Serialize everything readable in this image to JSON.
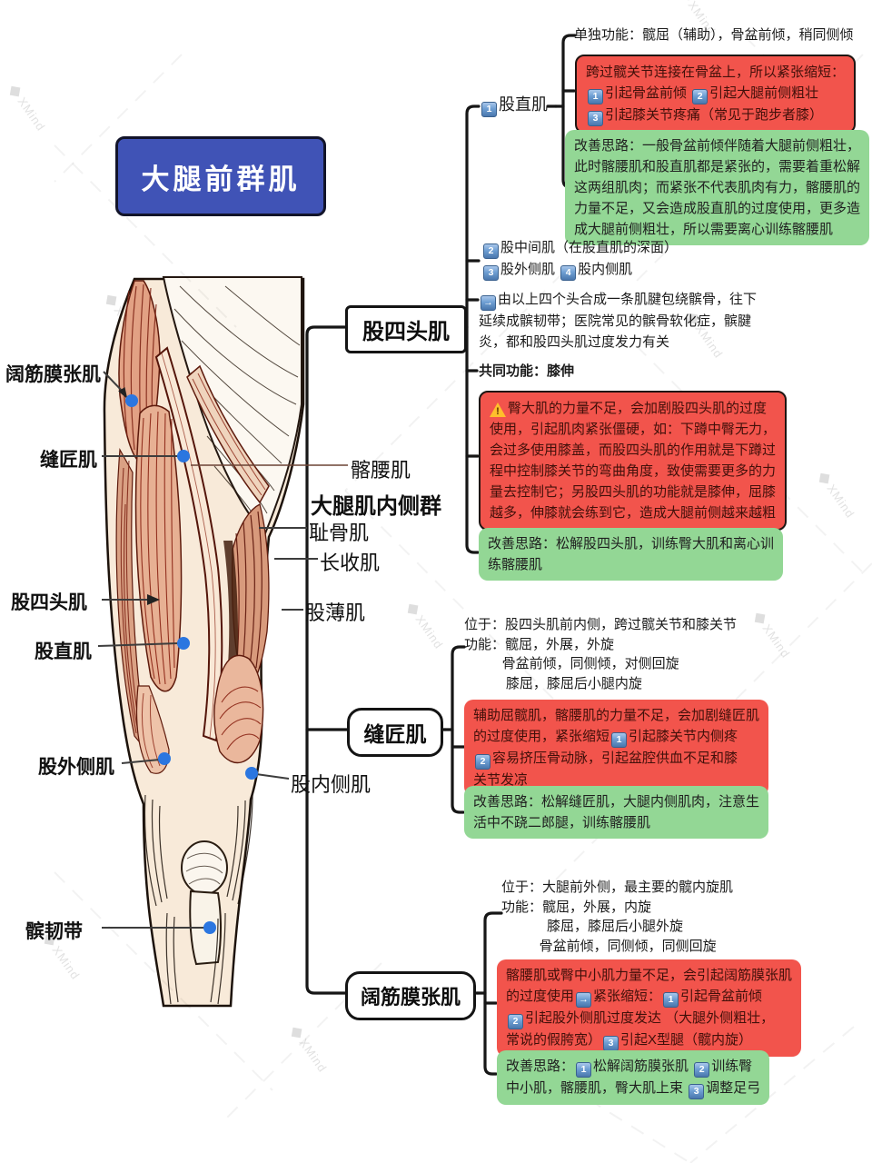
{
  "watermark": {
    "brand": "XMind"
  },
  "title": {
    "text": "大腿前群肌"
  },
  "colors": {
    "accent_blue": "#4053b6",
    "box_red": "#f2544c",
    "box_green": "#93d795",
    "dot_blue": "#2b76e0",
    "keycap_blue": "#6e9fd3"
  },
  "anatomy_labels": {
    "tfl": "阔筋膜张肌",
    "sartorius": "缝匠肌",
    "iliopsoas": "髂腰肌",
    "medial_group": "大腿肌内侧群",
    "pectineus": "耻骨肌",
    "adductor_longus": "长收肌",
    "gracilis": "股薄肌",
    "quadriceps": "股四头肌",
    "rectus_femoris": "股直肌",
    "vastus_lateralis": "股外侧肌",
    "vastus_medialis": "股内侧肌",
    "patellar_ligament": "髌韧带"
  },
  "nodes": {
    "quadriceps": "股四头肌",
    "sartorius": "缝匠肌",
    "tfl": "阔筋膜张肌"
  },
  "quad": {
    "rectus_label": [
      [
        {
          "k": "1"
        },
        {
          "t": "股直肌"
        }
      ]
    ],
    "rectus_function": "单独功能：髋屈（辅助），骨盆前倾，稍同侧倾",
    "rectus_risk": [
      [
        {
          "t": "跨过髋关节连接在骨盆上，所以紧张缩短："
        }
      ],
      [
        {
          "k": "1"
        },
        {
          "t": "引起骨盆前倾 "
        },
        {
          "k": "2"
        },
        {
          "t": "引起大腿前侧粗壮"
        }
      ],
      [
        {
          "k": "3"
        },
        {
          "t": "引起膝关节疼痛（常见于跑步者膝）"
        }
      ]
    ],
    "rectus_advice": [
      [
        {
          "t": "改善思路：一般骨盆前倾伴随着大腿前侧粗壮，"
        }
      ],
      [
        {
          "t": "此时髂腰肌和股直肌都是紧张的，需要着重松解"
        }
      ],
      [
        {
          "t": "这两组肌肉；而紧张不代表肌肉有力，髂腰肌的"
        }
      ],
      [
        {
          "t": "力量不足，又会造成股直肌的过度使用，更多造"
        }
      ],
      [
        {
          "t": "成大腿前侧粗壮，所以需要离心训练髂腰肌"
        }
      ]
    ],
    "heads": [
      [
        {
          "k": "2"
        },
        {
          "t": "股中间肌（在股直肌的深面）"
        }
      ],
      [
        {
          "k": "3"
        },
        {
          "t": "股外侧肌 "
        },
        {
          "k": "4"
        },
        {
          "t": "股内侧肌"
        }
      ]
    ],
    "tendon": [
      [
        {
          "a": true
        },
        {
          "t": "由以上四个头合成一条肌腱包绕髌骨，往下"
        }
      ],
      [
        {
          "t": "延续成髌韧带；医院常见的髌骨软化症，髌腱"
        }
      ],
      [
        {
          "t": "炎，都和股四头肌过度发力有关"
        }
      ]
    ],
    "common_function": "共同功能：膝伸",
    "risk": [
      [
        {
          "w": true
        },
        {
          "t": "臀大肌的力量不足，会加剧股四头肌的过度"
        }
      ],
      [
        {
          "t": "使用，引起肌肉紧张僵硬，如：下蹲中臀无力，"
        }
      ],
      [
        {
          "t": "会过多使用膝盖，而股四头肌的作用就是下蹲过"
        }
      ],
      [
        {
          "t": "程中控制膝关节的弯曲角度，致使需要更多的力"
        }
      ],
      [
        {
          "t": "量去控制它；另股四头肌的功能就是膝伸，屈膝"
        }
      ],
      [
        {
          "t": "越多，伸膝就会练到它，造成大腿前侧越来越粗"
        }
      ]
    ],
    "advice": [
      [
        {
          "t": "改善思路：松解股四头肌，训练臀大肌和离心训"
        }
      ],
      [
        {
          "t": "练髂腰肌"
        }
      ]
    ]
  },
  "sart": {
    "position": [
      [
        {
          "t": "位于：股四头肌前内侧，跨过髋关节和膝关节"
        }
      ],
      [
        {
          "t": "功能：髋屈，外展，外旋"
        }
      ],
      [
        {
          "t": "          骨盆前倾，同侧倾，对侧回旋"
        }
      ],
      [
        {
          "t": "           膝屈，膝屈后小腿内旋"
        }
      ]
    ],
    "risk": [
      [
        {
          "t": "辅助屈髋肌，髂腰肌的力量不足，会加剧缝匠肌"
        }
      ],
      [
        {
          "t": "的过度使用，紧张缩短"
        },
        {
          "k": "1"
        },
        {
          "t": "引起膝关节内侧疼"
        }
      ],
      [
        {
          "k": "2"
        },
        {
          "t": "容易挤压骨动脉，引起盆腔供血不足和膝"
        }
      ],
      [
        {
          "t": "关节发凉"
        }
      ]
    ],
    "advice": [
      [
        {
          "t": "改善思路：松解缝匠肌，大腿内侧肌肉，注意生"
        }
      ],
      [
        {
          "t": "活中不跷二郎腿，训练髂腰肌"
        }
      ]
    ]
  },
  "tfl": {
    "position": [
      [
        {
          "t": "位于：大腿前外侧，最主要的髋内旋肌"
        }
      ],
      [
        {
          "t": "功能：髋屈，外展，内旋"
        }
      ],
      [
        {
          "t": "            膝屈，膝屈后小腿外旋"
        }
      ],
      [
        {
          "t": "          骨盆前倾，同侧倾，同侧回旋"
        }
      ]
    ],
    "risk": [
      [
        {
          "t": "髂腰肌或臀中小肌力量不足，会引起阔筋膜张肌"
        }
      ],
      [
        {
          "t": "的过度使用"
        },
        {
          "a": true
        },
        {
          "t": "紧张缩短："
        },
        {
          "k": "1"
        },
        {
          "t": "引起骨盆前倾"
        }
      ],
      [
        {
          "k": "2"
        },
        {
          "t": "引起股外侧肌过度发达 （大腿外侧粗壮，"
        }
      ],
      [
        {
          "t": "常说的假胯宽）"
        },
        {
          "k": "3"
        },
        {
          "t": "引起X型腿（髋内旋）"
        }
      ]
    ],
    "advice": [
      [
        {
          "t": "改善思路："
        },
        {
          "k": "1"
        },
        {
          "t": "松解阔筋膜张肌 "
        },
        {
          "k": "2"
        },
        {
          "t": "训练臀"
        }
      ],
      [
        {
          "t": "中小肌，髂腰肌，臀大肌上束 "
        },
        {
          "k": "3"
        },
        {
          "t": "调整足弓"
        }
      ]
    ]
  }
}
